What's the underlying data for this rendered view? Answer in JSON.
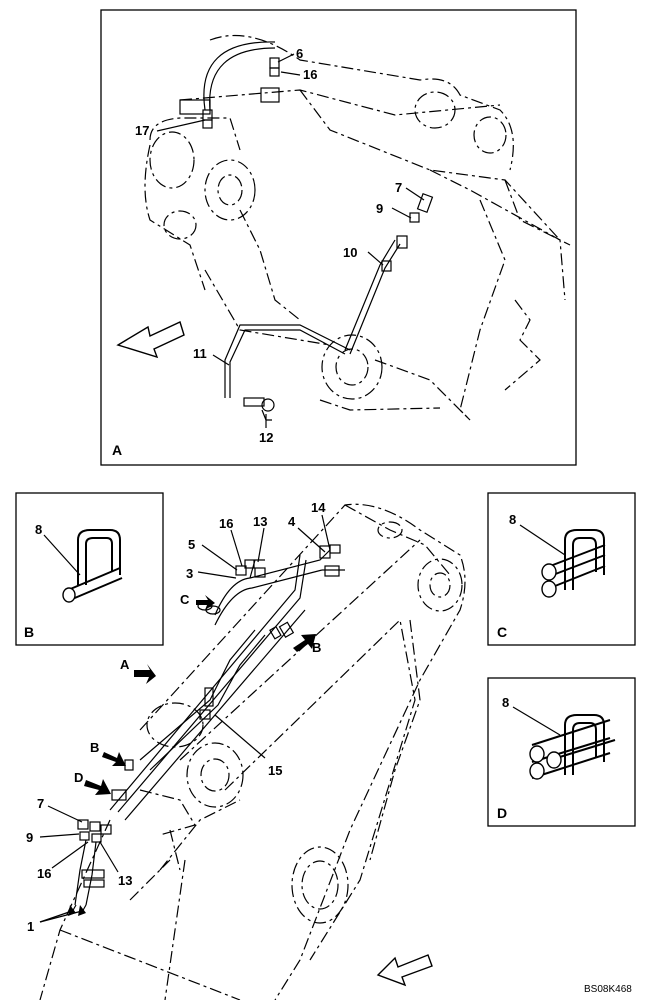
{
  "drawing_code": "BS08K468",
  "panels": {
    "A": "A",
    "B": "B",
    "C": "C",
    "D": "D"
  },
  "arrow_labels": {
    "A": "A",
    "B1": "B",
    "B2": "B",
    "C": "C",
    "D": "D"
  },
  "top_callouts": {
    "c6": "6",
    "c16": "16",
    "c17": "17",
    "c7": "7",
    "c9": "9",
    "c10": "10",
    "c11": "11",
    "c12": "12"
  },
  "bottom_callouts": {
    "c16": "16",
    "c13": "13",
    "c4": "4",
    "c14": "14",
    "c5": "5",
    "c3": "3",
    "c15": "15",
    "c7": "7",
    "c9": "9",
    "c16b": "16",
    "c13b": "13",
    "c1": "1"
  },
  "detail_callouts": {
    "b8": "8",
    "c8": "8",
    "d8": "8"
  }
}
